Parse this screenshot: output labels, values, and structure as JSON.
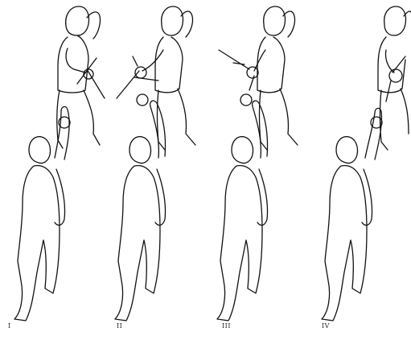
{
  "figure": {
    "panels": [
      {
        "number": "I"
      },
      {
        "number": "II"
      },
      {
        "number": "III"
      },
      {
        "number": "IV"
      }
    ]
  }
}
